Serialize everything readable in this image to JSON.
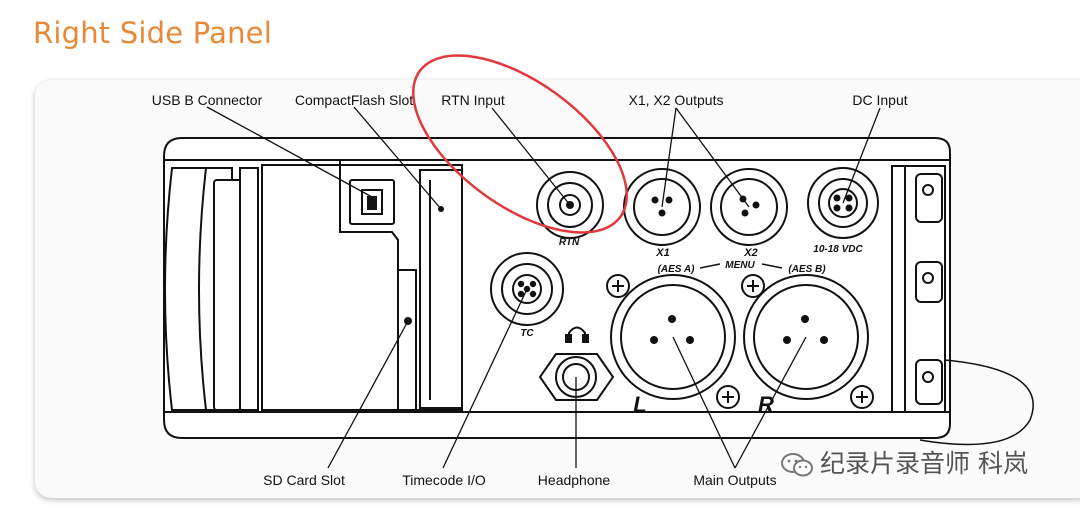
{
  "title": "Right Side Panel",
  "callouts": {
    "usb": "USB B Connector",
    "cf": "CompactFlash Slot",
    "rtn": "RTN Input",
    "x1x2": "X1, X2 Outputs",
    "dc": "DC Input",
    "sd": "SD Card Slot",
    "tc": "Timecode I/O",
    "headphone": "Headphone",
    "main": "Main Outputs"
  },
  "panel_marks": {
    "rtn": "RTN",
    "x1": "X1",
    "x2": "X2",
    "dc": "10-18 VDC",
    "aes_a": "(AES A)",
    "menu": "MENU",
    "aes_b": "(AES B)",
    "tc": "TC",
    "left": "L",
    "right": "R"
  },
  "highlight_color": "#e0393c",
  "accent_color": "#e8893a",
  "watermark": "纪录片录音师 科岚"
}
